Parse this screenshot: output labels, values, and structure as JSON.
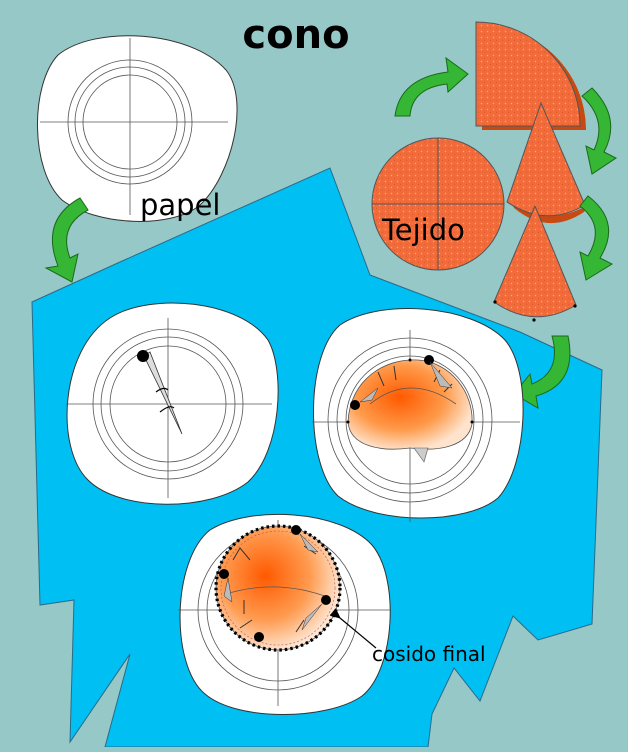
{
  "title": "cono",
  "labels": {
    "paper": "papel",
    "fabric": "Tejido",
    "final_stitch": "cosido final"
  },
  "colors": {
    "background": "#95c8c6",
    "board": "#00bff3",
    "fabric": "#f26b3a",
    "fabric_dark": "#c84a12",
    "arrow": "#35b735",
    "paper": "#ffffff"
  }
}
